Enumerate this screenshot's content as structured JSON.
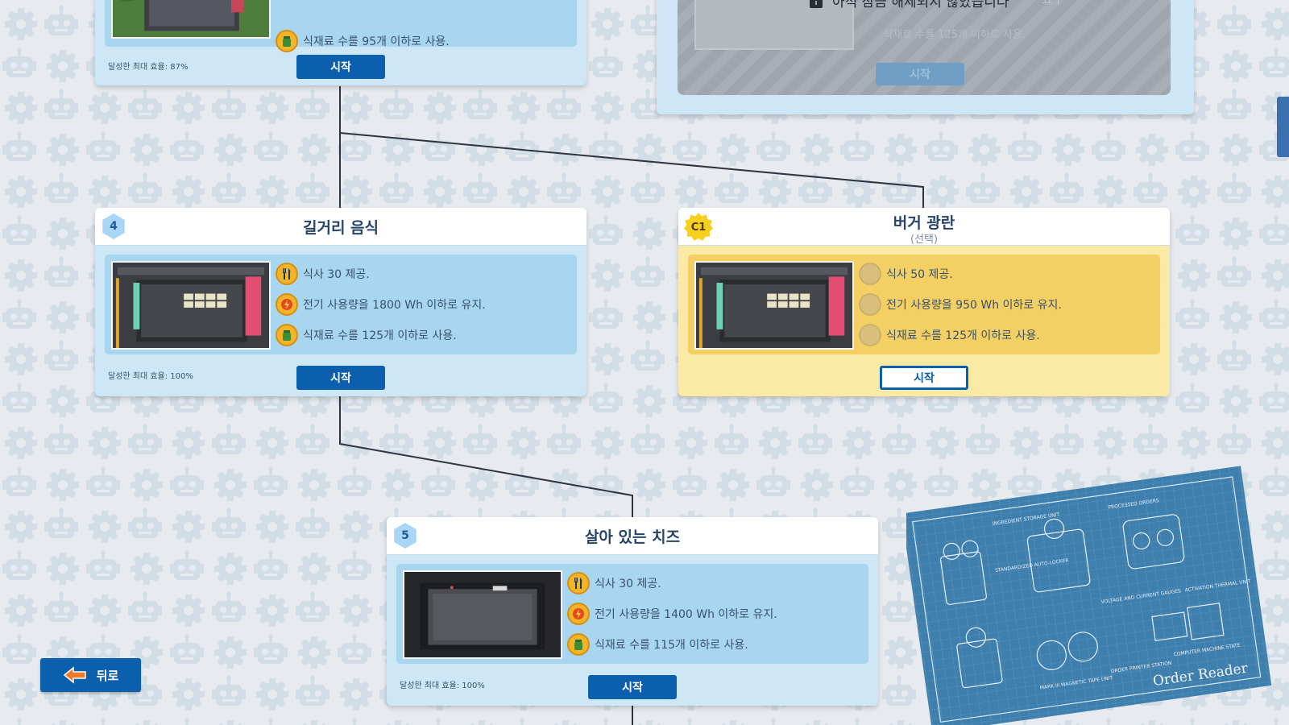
{
  "levels": [
    {
      "badge": "",
      "title": "",
      "subtitle": "",
      "goals": [
        "식재료 수를 95개 이하로 사용."
      ],
      "efficiency": "달성한 최대 효율: 87%",
      "start_label": "시작"
    },
    {
      "badge": "4",
      "title": "길거리 음식",
      "subtitle": "",
      "goals": [
        "식사 30 제공.",
        "전기 사용량을 1800 Wh 이하로 유지.",
        "식재료 수를 125개 이하로 사용."
      ],
      "efficiency": "달성한 최대 효율: 100%",
      "start_label": "시작"
    },
    {
      "badge": "C1",
      "title": "버거 광란",
      "subtitle": "(선택)",
      "goals": [
        "식사 50 제공.",
        "전기 사용량을 950 Wh 이하로 유지.",
        "식재료 수를 125개 이하로 사용."
      ],
      "efficiency": "",
      "start_label": "시작"
    },
    {
      "badge": "5",
      "title": "살아 있는 치즈",
      "subtitle": "",
      "goals": [
        "식사 30 제공.",
        "전기 사용량을 1400 Wh 이하로 유지.",
        "식재료 수를 115개 이하로 사용."
      ],
      "efficiency": "달성한 최대 효율: 100%",
      "start_label": "시작"
    }
  ],
  "locked": {
    "message": "아직 잠금 해제되지 않았습니다",
    "message_tail": "요구",
    "goal_faint": "식재료 수를 125개 이하로 사용.",
    "start_label": "시작"
  },
  "back_button": {
    "label": "뒤로"
  },
  "blueprint": {
    "title": "Order Reader",
    "labels": [
      "INGREDIENT STORAGE UNIT",
      "PROCESSED ORDERS",
      "STANDARDIZED AUTO-LOCKER",
      "VOLTAGE AND CURRENT GAUGES",
      "ACTIVATION THERMAL UNIT",
      "MARK III MAGNETIC TAPE UNIT",
      "ORDER PRINTER STATION",
      "COMPUTER MACHINE STATE"
    ]
  },
  "icons": {
    "meal": "fork-knife-icon",
    "power": "lightning-icon",
    "ingredient": "jar-icon",
    "lock": "lock-icon",
    "back": "back-arrow-icon"
  },
  "colors": {
    "accent_blue": "#0c5fac",
    "card_blue": "#cde7f6",
    "card_yellow": "#fbe9a6",
    "goal_icon": "#f2b428",
    "title_text": "#27436a"
  }
}
